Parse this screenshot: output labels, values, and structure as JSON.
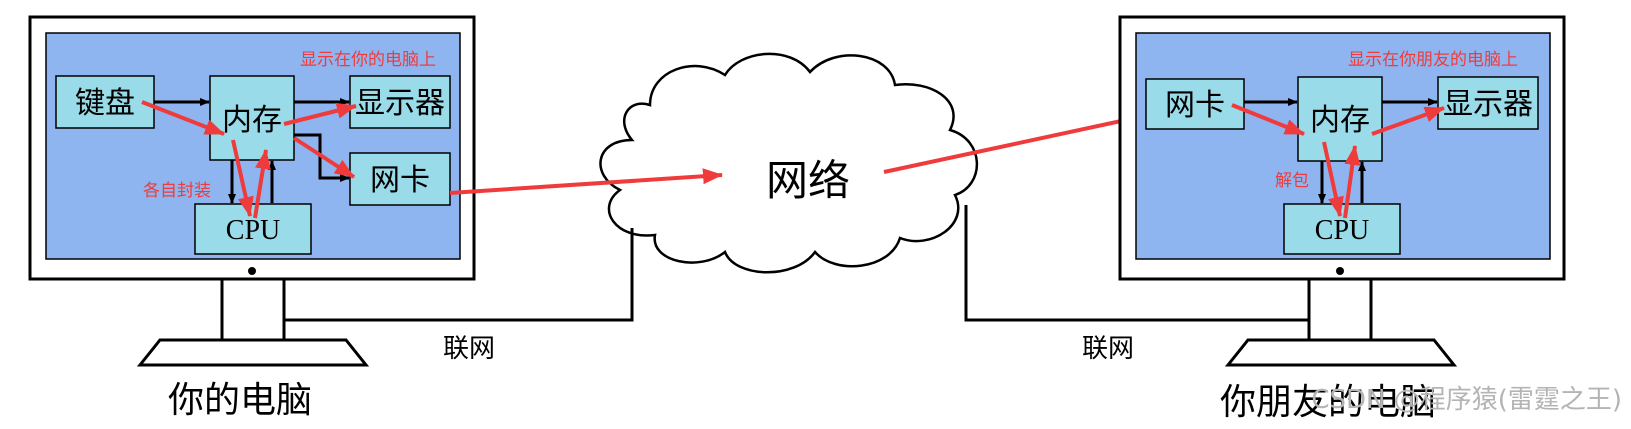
{
  "left_computer": {
    "caption": "你的电脑",
    "keyboard": "键盘",
    "memory": "内存",
    "display": "显示器",
    "nic": "网卡",
    "cpu": "CPU",
    "note_top": "显示在你的电脑上",
    "note_side": "各自封装"
  },
  "right_computer": {
    "caption": "你朋友的电脑",
    "nic": "网卡",
    "memory": "内存",
    "display": "显示器",
    "cpu": "CPU",
    "note_top": "显示在你朋友的电脑上",
    "note_side": "解包"
  },
  "network": {
    "label": "网络"
  },
  "links": {
    "left": "联网",
    "right": "联网"
  },
  "watermark": "CSDN @程序猿(雷霆之王)",
  "colors": {
    "screen": "#8fb5f0",
    "box": "#99dbe9",
    "red_arrow": "#ef3b3b",
    "red_text": "#ef3b3b"
  }
}
